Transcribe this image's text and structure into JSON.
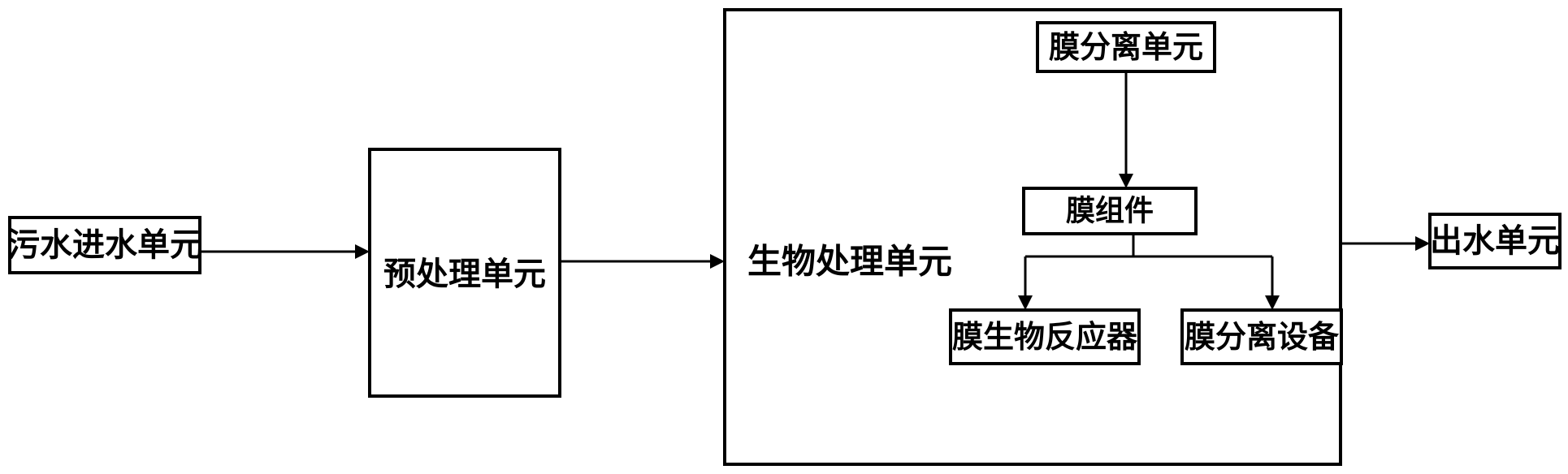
{
  "nodes": {
    "sewage_inlet": "污水进水单元",
    "pretreatment": "预处理单元",
    "biological": "生物处理单元",
    "membrane_separation_unit": "膜分离单元",
    "membrane_module": "膜组件",
    "membrane_bioreactor": "膜生物反应器",
    "membrane_separation_device": "膜分离设备",
    "effluent": "出水单元"
  },
  "colors": {
    "stroke": "#000000",
    "fill": "#ffffff"
  }
}
